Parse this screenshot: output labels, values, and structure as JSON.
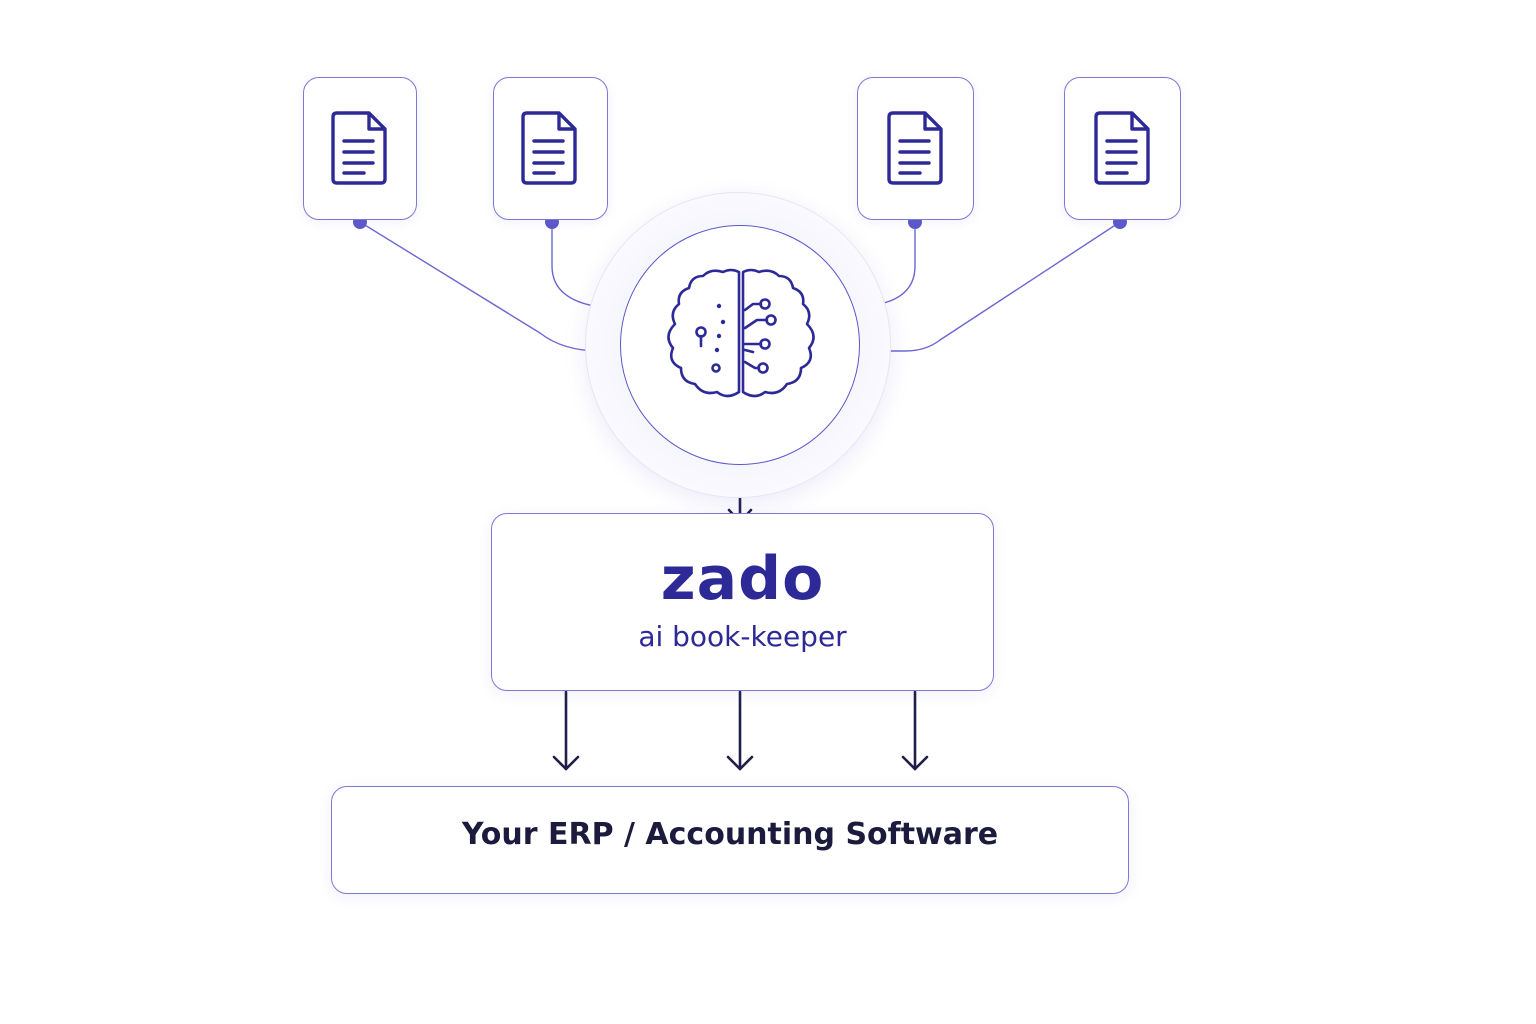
{
  "colors": {
    "accent": "#5d58c9",
    "stroke_light": "#7c79d6",
    "brand_text": "#2d2a98",
    "arrow": "#1f1e4a",
    "dark_text": "#1c1b3d"
  },
  "sources": [
    {
      "icon": "document-icon"
    },
    {
      "icon": "document-icon"
    },
    {
      "icon": "document-icon"
    },
    {
      "icon": "document-icon"
    }
  ],
  "processor": {
    "icon": "brain-circuit-icon"
  },
  "engine": {
    "title": "zado",
    "subtitle": "ai book-keeper"
  },
  "target": {
    "label": "Your ERP / Accounting Software"
  }
}
